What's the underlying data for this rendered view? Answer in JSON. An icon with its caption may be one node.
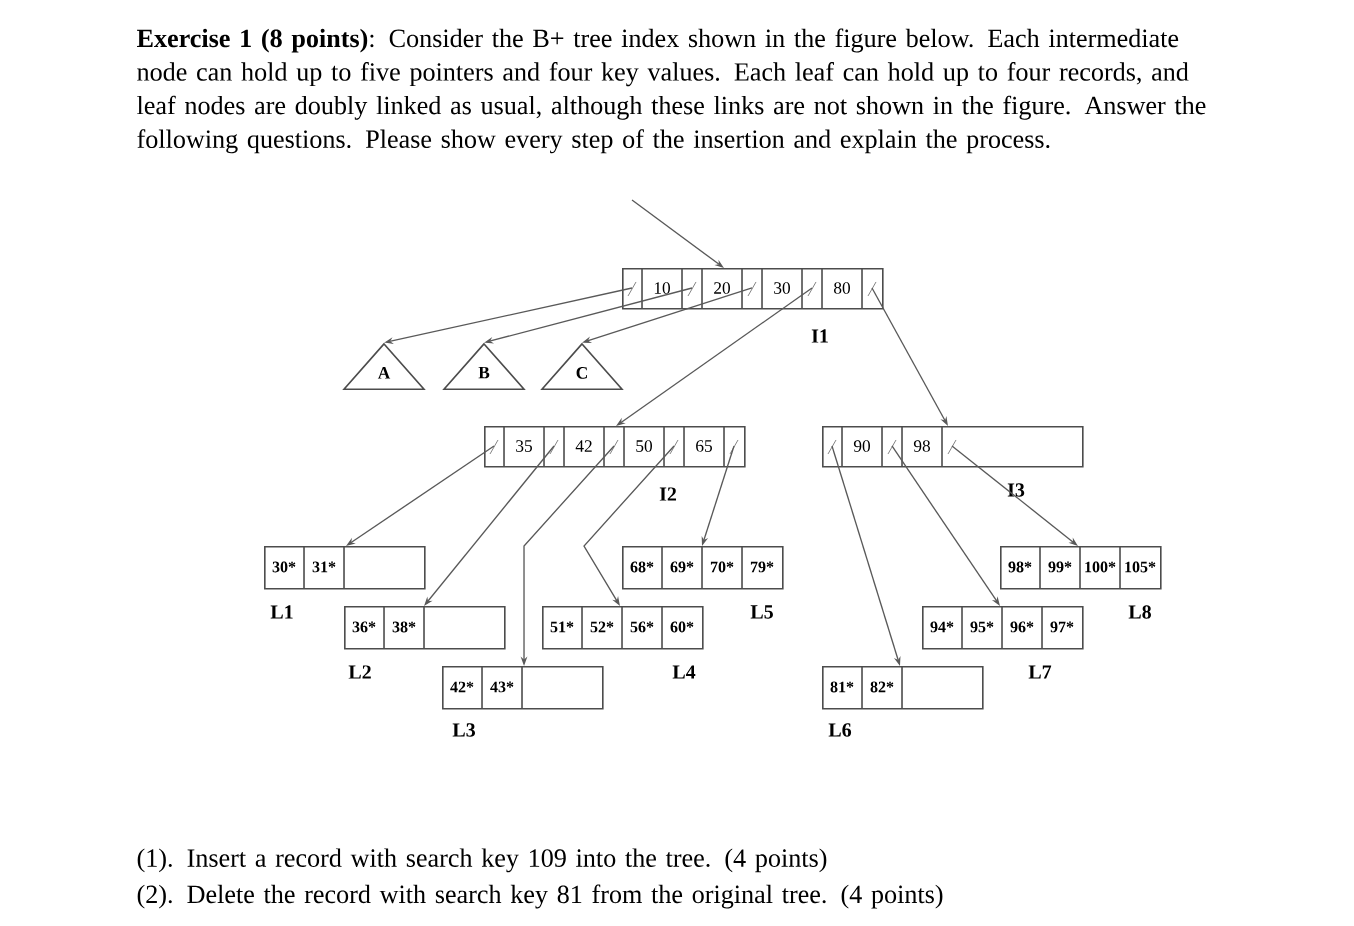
{
  "diagram": {
    "nodes": [
      {
        "text": [
          "10",
          "20",
          "30",
          "80"
        ],
        "beside": [
          "I1"
        ]
      },
      {
        "text": [
          "A"
        ]
      },
      {
        "text": [
          "B"
        ]
      },
      {
        "text": [
          "C"
        ]
      },
      {
        "text": [
          "35",
          "42",
          "50",
          "65"
        ],
        "beside": [
          "I2"
        ]
      },
      {
        "text": [
          "90",
          "98"
        ],
        "beside": [
          "I3"
        ]
      },
      {
        "text": [
          "30*",
          "31*"
        ],
        "beside": [
          "L1"
        ]
      },
      {
        "text": [
          "36*",
          "38*"
        ],
        "beside": [
          "L2"
        ]
      },
      {
        "text": [
          "42*",
          "43*"
        ],
        "beside": [
          "L3"
        ]
      },
      {
        "text": [
          "51*",
          "52*",
          "56*",
          "60*"
        ],
        "beside": [
          "L4"
        ]
      },
      {
        "text": [
          "68*",
          "69*",
          "70*",
          "79*"
        ],
        "beside": [
          "L5"
        ]
      },
      {
        "text": [
          "81*",
          "82*"
        ],
        "beside": [
          "L6"
        ]
      },
      {
        "text": [
          "94*",
          "95*",
          "96*",
          "97*"
        ],
        "beside": [
          "L7"
        ]
      },
      {
        "text": [
          "98*",
          "99*",
          "100*",
          "105*"
        ],
        "beside": [
          "L8"
        ]
      }
    ],
    "edges": [
      {
        "from": null,
        "to": 0,
        "arrow": "to"
      },
      {
        "from": 0,
        "to": 1,
        "arrow": "to"
      },
      {
        "from": 0,
        "to": 2,
        "arrow": "to"
      },
      {
        "from": 0,
        "to": 3,
        "arrow": "to"
      },
      {
        "from": 0,
        "to": 4,
        "arrow": "to"
      },
      {
        "from": 0,
        "to": 5,
        "arrow": "to"
      },
      {
        "from": 4,
        "to": 6,
        "arrow": "to"
      },
      {
        "from": 4,
        "to": 7,
        "arrow": "to"
      },
      {
        "from": 4,
        "to": 8,
        "arrow": "to"
      },
      {
        "from": 4,
        "to": 9,
        "arrow": "to"
      },
      {
        "from": 4,
        "to": 10,
        "arrow": "to"
      },
      {
        "from": 5,
        "to": 11,
        "arrow": "to"
      },
      {
        "from": 5,
        "to": 12,
        "arrow": "to"
      },
      {
        "from": 5,
        "to": 13,
        "arrow": "to"
      }
    ],
    "labels": [
      "**Exercise 1 (8 points)**: Consider the B+ tree index shown in the figure below. Each intermediate node can hold up to five pointers and four key values. Each leaf can hold up to four records, and leaf nodes are doubly linked as usual, although these links are not shown in the figure. Answer the following questions. Please show every step of the insertion and explain the process.",
      "(1). Insert a record with search key 109 into the tree. (4 points)",
      "(2). Delete the record with search key 81 from the original tree. (4 points)"
    ]
  }
}
